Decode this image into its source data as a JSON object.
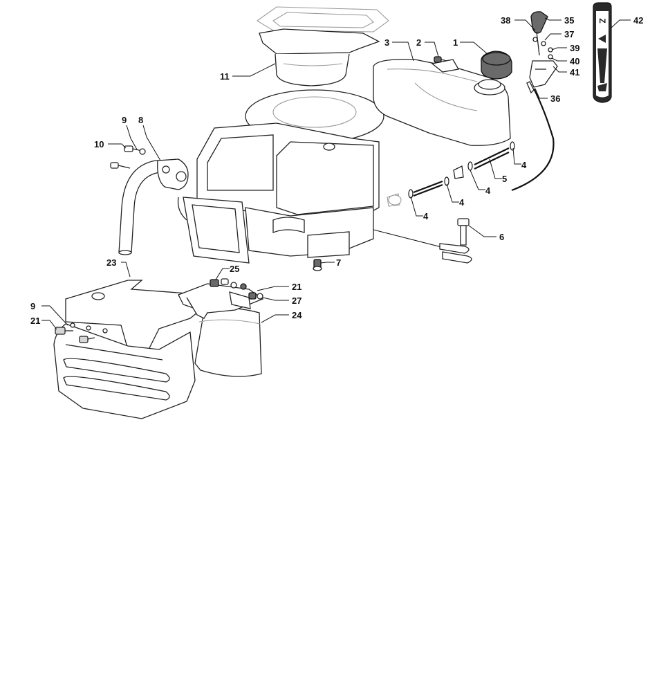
{
  "labels": {
    "fuel_cap": "1",
    "bolt_tank": "2",
    "fuel_tank": "3",
    "hose_clamp_a": "4",
    "hose_clamp_b": "4",
    "hose_clamp_c": "4",
    "hose_clamp_d": "4",
    "fuel_hose": "5",
    "engine_bolt": "6",
    "screw_7": "7",
    "gasket": "8",
    "washer_9_top": "9",
    "bolt_10": "10",
    "air_cover": "11",
    "washer_21_right": "21",
    "muffler_guard": "23",
    "muffler": "24",
    "clip_25": "25",
    "nut_27": "27",
    "washer_9_left": "9",
    "screw_21_left": "21",
    "knob_35": "35",
    "cable_36": "36",
    "lever_37": "37",
    "spring_38": "38",
    "screw_39": "39",
    "washer_40": "40",
    "bracket_41": "41",
    "decal_42": "42"
  },
  "decal": {
    "text": "Z"
  }
}
